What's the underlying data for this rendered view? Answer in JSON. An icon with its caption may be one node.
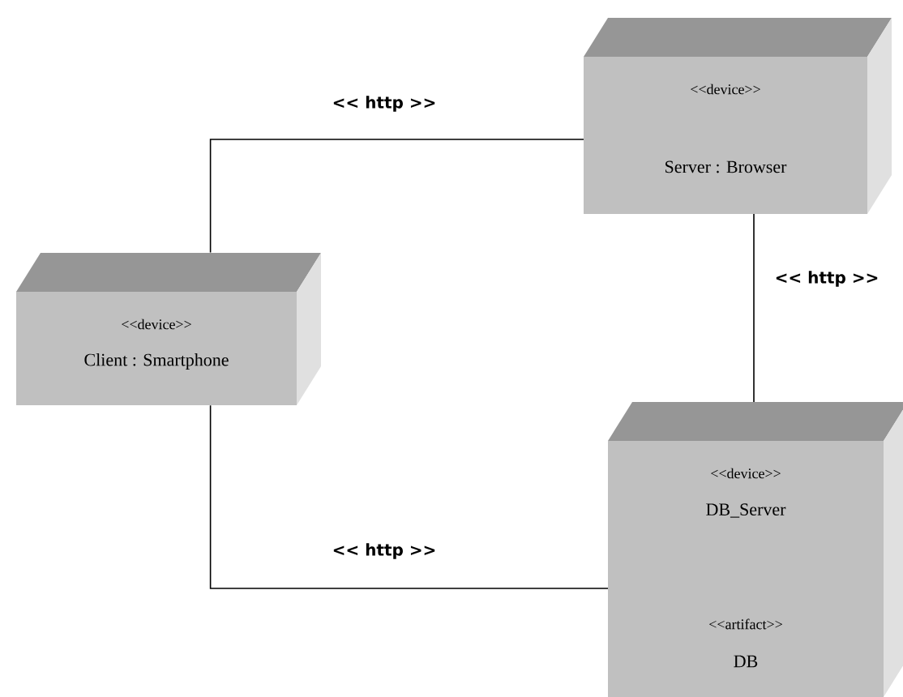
{
  "diagram": {
    "nodes": [
      {
        "text": [
          "<<device>>",
          "Server : Browser"
        ]
      },
      {
        "text": [
          "<<device>>",
          "Client : Smartphone"
        ]
      },
      {
        "text": [
          "<<device>>",
          "DB_Server",
          "<<artifact>>",
          "DB"
        ]
      }
    ],
    "edges": [
      {
        "from": 1,
        "to": 0,
        "arrow": "none",
        "label": "<< http >>"
      },
      {
        "from": 0,
        "to": 2,
        "arrow": "none",
        "label": "<< http >>"
      },
      {
        "from": 1,
        "to": 2,
        "arrow": "none",
        "label": "<< http >>"
      }
    ]
  }
}
